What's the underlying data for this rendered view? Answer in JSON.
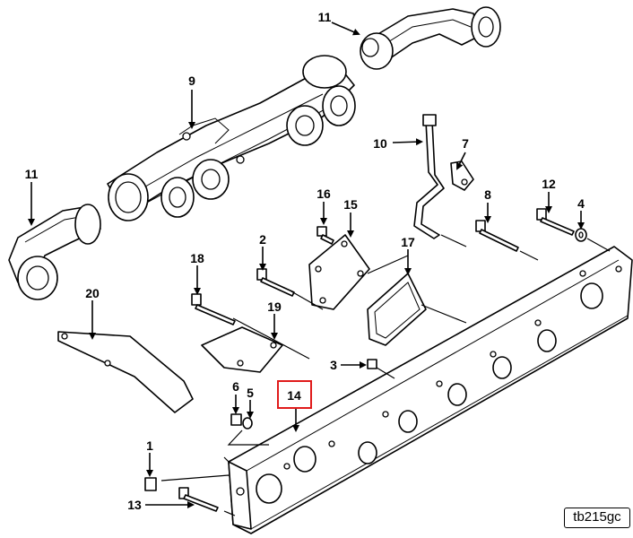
{
  "diagram": {
    "callouts": [
      {
        "id": "11a",
        "text": "11"
      },
      {
        "id": "9",
        "text": "9"
      },
      {
        "id": "10",
        "text": "10"
      },
      {
        "id": "7",
        "text": "7"
      },
      {
        "id": "11b",
        "text": "11"
      },
      {
        "id": "16",
        "text": "16"
      },
      {
        "id": "15",
        "text": "15"
      },
      {
        "id": "8",
        "text": "8"
      },
      {
        "id": "12",
        "text": "12"
      },
      {
        "id": "4",
        "text": "4"
      },
      {
        "id": "2",
        "text": "2"
      },
      {
        "id": "17",
        "text": "17"
      },
      {
        "id": "18",
        "text": "18"
      },
      {
        "id": "20",
        "text": "20"
      },
      {
        "id": "19",
        "text": "19"
      },
      {
        "id": "3",
        "text": "3"
      },
      {
        "id": "6",
        "text": "6"
      },
      {
        "id": "5",
        "text": "5"
      },
      {
        "id": "14",
        "text": "14"
      },
      {
        "id": "1",
        "text": "1"
      },
      {
        "id": "13",
        "text": "13"
      }
    ],
    "highlighted_callout": "14",
    "highlight_color": "#e01b1b",
    "drawing_code": "tb215gc"
  }
}
